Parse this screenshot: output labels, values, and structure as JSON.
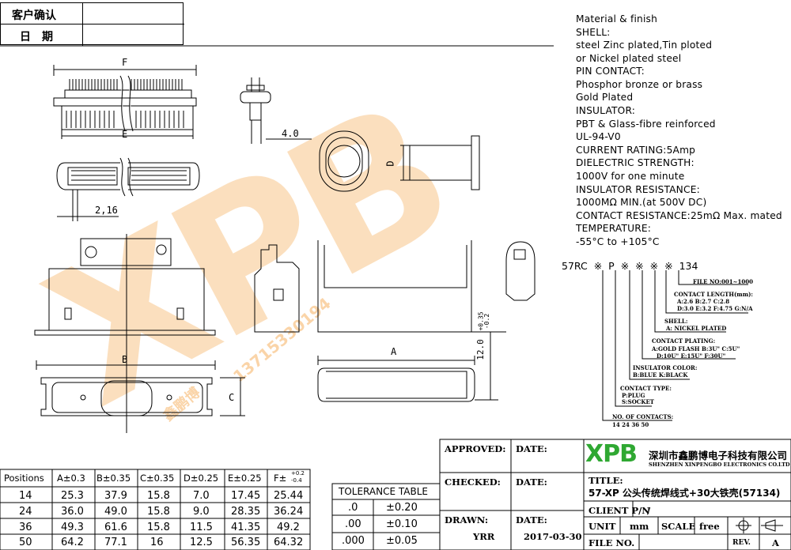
{
  "header_box": {
    "customer_confirm": "客户确认",
    "date": "日　期"
  },
  "specs": [
    "Material & finish",
    "SHELL:",
    "steel Zinc plated,Tin ploted",
    "or Nickel plated steel",
    "PIN CONTACT:",
    "Phosphor bronze or brass",
    "Gold Plated",
    "INSULATOR:",
    "PBT & Glass-fibre reinforced",
    "UL-94-V0",
    "CURRENT RATING:5Amp",
    "DIELECTRIC STRENGTH:",
    "1000V for one minute",
    "INSULATOR RESISTANCE:",
    "1000MΩ MIN.(at 500V DC)",
    "CONTACT RESISTANCE:25mΩ Max. mated",
    "TEMPERATURE:",
    "-55°C to +105°C"
  ],
  "part_code": {
    "prefix": "57RC",
    "marks": [
      "※",
      "P",
      "※",
      "※",
      "※",
      "※",
      "134"
    ],
    "legend": [
      "FILE NO:001~1000",
      "CONTACT LENGTH(mm):",
      "A:2.6   B:2.7   C:2.8",
      "D:3.0   E:3.2   F:4.75   G:N/A",
      "SHELL:",
      "A: NICKEL PLATED",
      "CONTACT PLATING:",
      "A:GOLD FLASH   B:3U\"  C:5U\"",
      "D:10U\"  E:15U\"  F:30U\"",
      "INSULATOR COLOR:",
      "B:BLUE  K:BLACK",
      "CONTACT TYPE:",
      "P:PLUG",
      "S:SOCKET",
      "NO. OF CONTACTS:",
      "14  24  36  50"
    ]
  },
  "dimensions": {
    "F": "F",
    "E": "E",
    "B": "B",
    "C": "C",
    "A": "A",
    "D": "D",
    "d40": "4.0",
    "d216": "2,16",
    "height": "12.0",
    "tol_plus": "+0.35",
    "tol_minus": "-0.2"
  },
  "table": {
    "headers": [
      "Positions",
      "A±0.3",
      "B±0.35",
      "C±0.35",
      "D±0.25",
      "E±0.25",
      "F±"
    ],
    "f_tol_plus": "+0.2",
    "f_tol_minus": "-0.4",
    "rows": [
      [
        "14",
        "25.3",
        "37.9",
        "15.8",
        "7.0",
        "17.45",
        "25.44"
      ],
      [
        "24",
        "36.0",
        "49.0",
        "15.8",
        "9.0",
        "28.35",
        "36.24"
      ],
      [
        "36",
        "49.3",
        "61.6",
        "15.8",
        "11.5",
        "41.35",
        "49.2"
      ],
      [
        "50",
        "64.2",
        "77.1",
        "16",
        "12.5",
        "56.35",
        "64.32"
      ]
    ]
  },
  "tolerance": {
    "title": "TOLERANCE TABLE",
    "rows": [
      [
        ".0",
        "±0.20"
      ],
      [
        ".00",
        "±0.10"
      ],
      [
        ".000",
        "±0.05"
      ]
    ]
  },
  "title_block": {
    "approved": "APPROVED:",
    "date1": "DATE:",
    "checked": "CHECKED:",
    "date2": "DATE:",
    "drawn": "DRAWN:",
    "date3": "DATE:",
    "drawn_by": "YRR",
    "drawn_date": "2017-03-30",
    "logo": "XPB",
    "company_cn": "深圳市鑫鹏博电子科技有限公司",
    "company_en": "SHENZHEN XINPENGBO ELECTRONICS CO.LTD",
    "title_label": "TITLE:",
    "title_value": "57-XP 公头传统焊线式+30大铁壳(57134)",
    "client_pn": "CLIENT P/N",
    "client_pn_value": "/",
    "unit": "UNIT",
    "unit_value": "mm",
    "scale": "SCALE",
    "scale_value": "free",
    "file_no": "FILE NO.",
    "rev": "REV.",
    "rev_value": "A"
  },
  "watermark": {
    "logo": "XPB",
    "phone": "13715330194",
    "name": "鑫鹏博"
  }
}
